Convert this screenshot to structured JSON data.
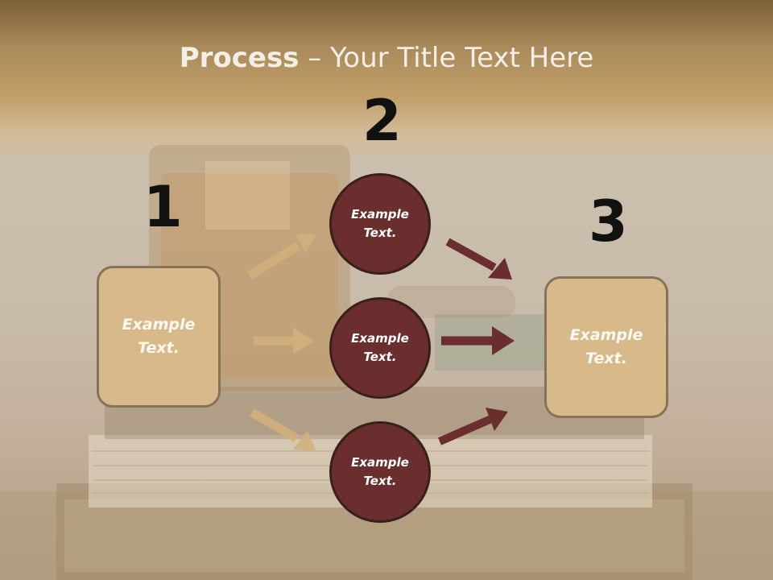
{
  "slide": {
    "title_bold": "Process",
    "title_rest": " – Your Title Text Here",
    "step_numbers": [
      "1",
      "2",
      "3"
    ],
    "left_box_text": "Example\nText.",
    "right_box_text": "Example\nText.",
    "circles": [
      "Example\nText.",
      "Example\nText.",
      "Example\nText."
    ]
  },
  "colors": {
    "box_fill": "#d8b98a",
    "circle_fill": "#6a2e2e",
    "arrow_tan": "#d2b07c",
    "arrow_maroon": "#6a2e2e"
  }
}
